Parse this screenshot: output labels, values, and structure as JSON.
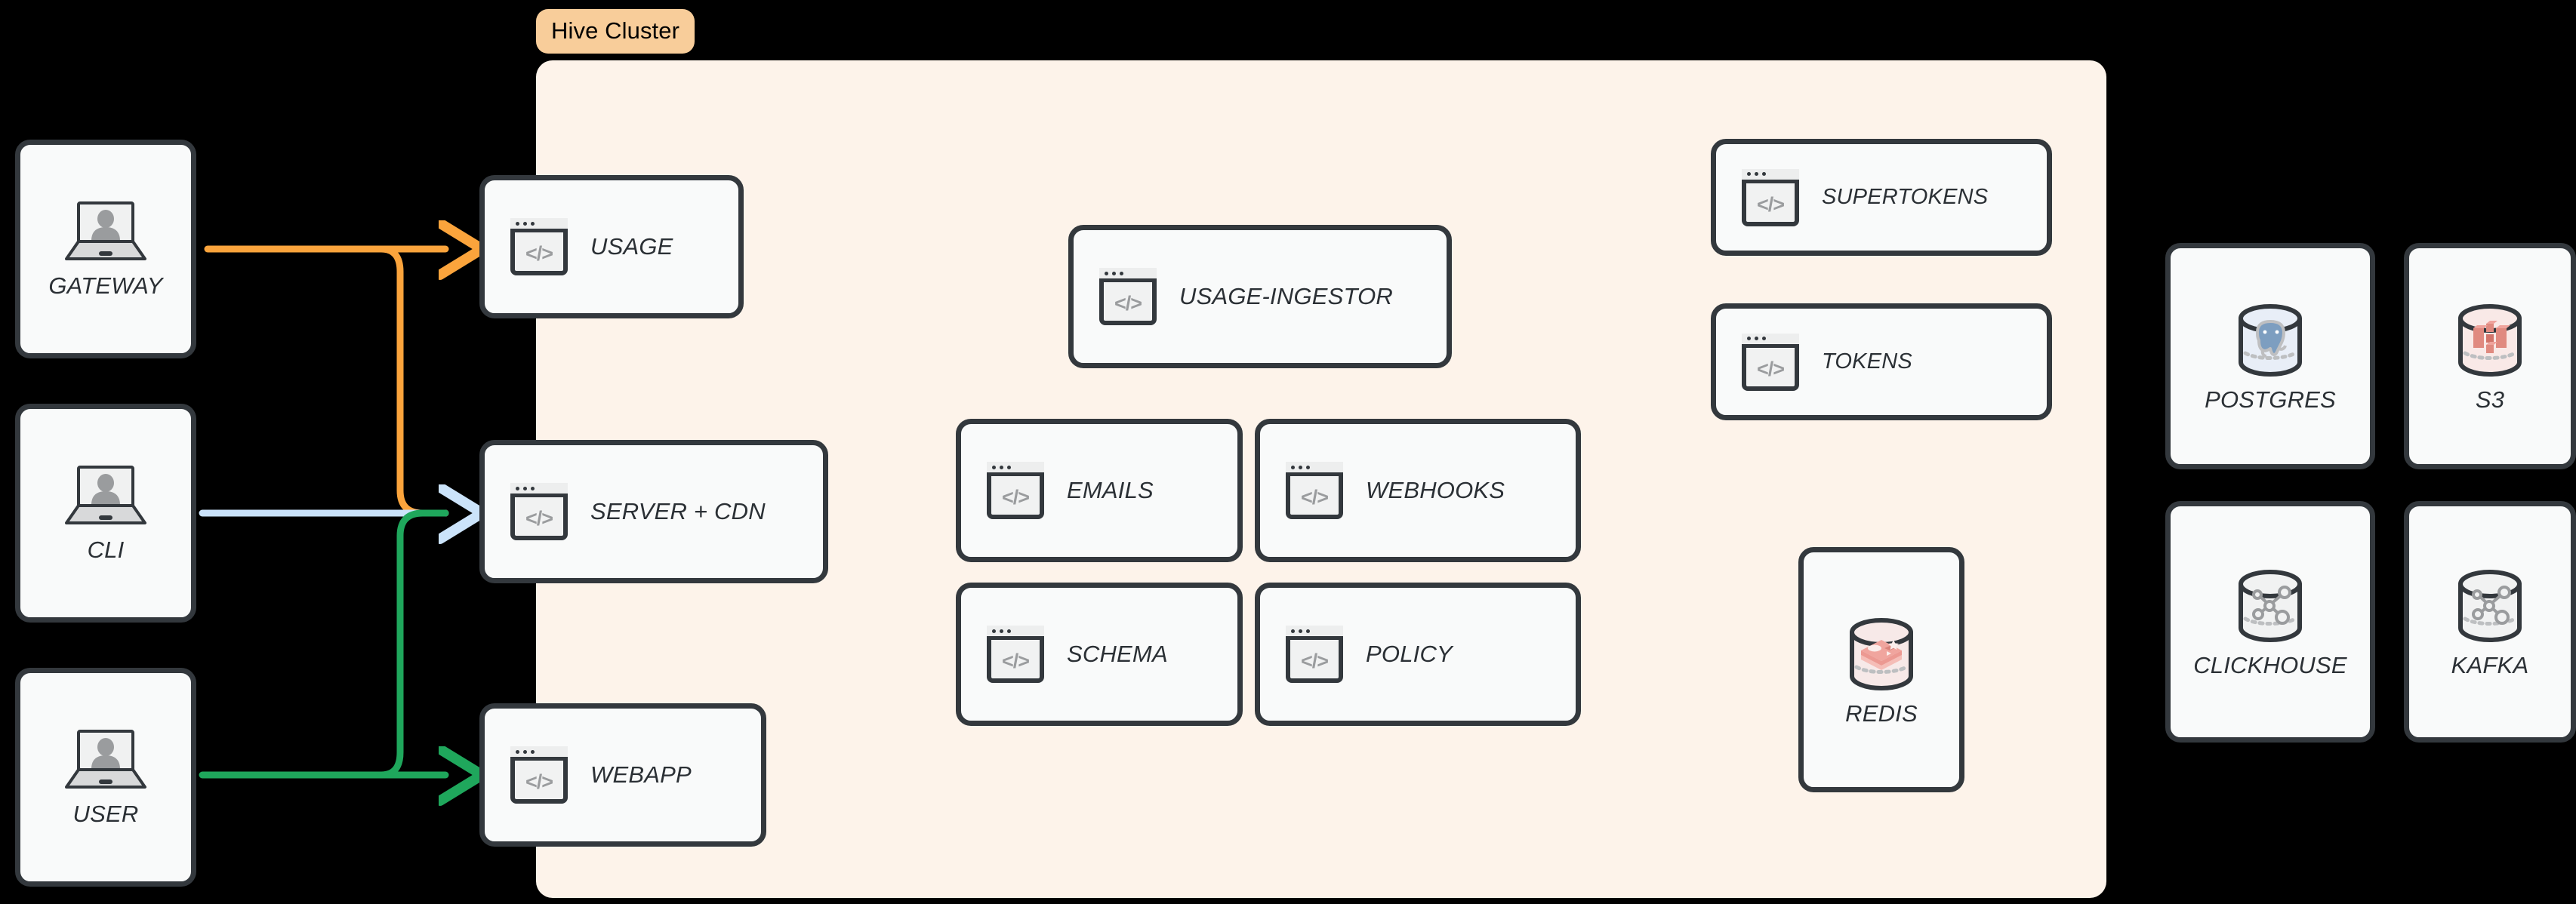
{
  "diagram": {
    "title": "Hive Cluster architecture",
    "background_color": "#000000",
    "cluster": {
      "label": "Hive Cluster",
      "badge_bg": "#F8CD9A",
      "box_bg": "#FDF3EA"
    },
    "colors": {
      "card_border": "#33383D",
      "card_bg": "#F9FAFA",
      "label_text": "#2B3035",
      "arrow_gateway": "#FBA43C",
      "arrow_cli": "#CBE3FA",
      "arrow_user": "#1FA75C",
      "icon_glyph": "#9A9C9E",
      "postgres_accent": "#7D9EC0",
      "redis_accent": "#EFA39C",
      "s3_accent": "#E08A80",
      "neutral_accent": "#9A9C9E"
    }
  },
  "actors": [
    {
      "name": "GATEWAY",
      "icon": "laptop-user-icon"
    },
    {
      "name": "CLI",
      "icon": "laptop-user-icon"
    },
    {
      "name": "USER",
      "icon": "laptop-user-icon"
    }
  ],
  "edge_services": [
    {
      "name": "USAGE",
      "icon": "code-window-icon"
    },
    {
      "name": "SERVER + CDN",
      "icon": "code-window-icon"
    },
    {
      "name": "WEBAPP",
      "icon": "code-window-icon"
    }
  ],
  "core_services": [
    {
      "name": "USAGE-INGESTOR",
      "icon": "code-window-icon"
    },
    {
      "name": "EMAILS",
      "icon": "code-window-icon"
    },
    {
      "name": "WEBHOOKS",
      "icon": "code-window-icon"
    },
    {
      "name": "SCHEMA",
      "icon": "code-window-icon"
    },
    {
      "name": "POLICY",
      "icon": "code-window-icon"
    }
  ],
  "auth_services": [
    {
      "name": "SUPERTOKENS",
      "icon": "code-window-icon"
    },
    {
      "name": "TOKENS",
      "icon": "code-window-icon"
    }
  ],
  "cluster_stores": [
    {
      "name": "REDIS",
      "icon": "redis-database-icon"
    }
  ],
  "external_stores": [
    {
      "name": "POSTGRES",
      "icon": "postgres-database-icon"
    },
    {
      "name": "S3",
      "icon": "s3-database-icon"
    },
    {
      "name": "CLICKHOUSE",
      "icon": "network-database-icon"
    },
    {
      "name": "KAFKA",
      "icon": "network-database-icon"
    }
  ],
  "connections": [
    {
      "from": "GATEWAY",
      "to": "USAGE",
      "color": "#FBA43C"
    },
    {
      "from": "GATEWAY",
      "to": "SERVER + CDN",
      "color": "#FBA43C"
    },
    {
      "from": "CLI",
      "to": "SERVER + CDN",
      "color": "#CBE3FA"
    },
    {
      "from": "USER",
      "to": "SERVER + CDN",
      "color": "#1FA75C"
    },
    {
      "from": "USER",
      "to": "WEBAPP",
      "color": "#1FA75C"
    }
  ]
}
